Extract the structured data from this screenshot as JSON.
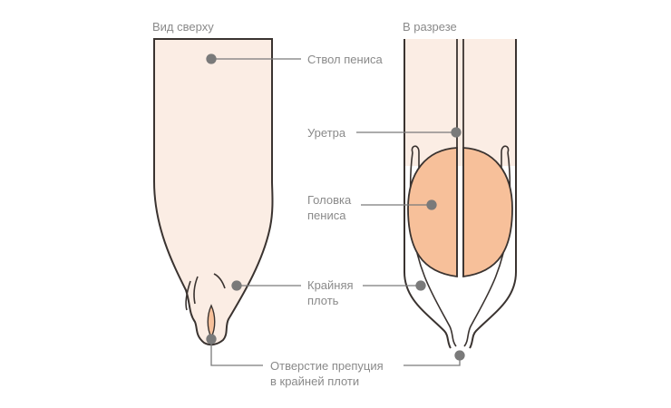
{
  "diagram": {
    "left_view_title": "Вид сверху",
    "right_view_title": "В разрезе",
    "labels": {
      "shaft": "Ствол пениса",
      "urethra": "Уретра",
      "glans_line1": "Головка",
      "glans_line2": "пениса",
      "foreskin_line1": "Крайняя",
      "foreskin_line2": "плоть",
      "opening_line1": "Отверстие препуция",
      "opening_line2": "в крайней плоти"
    },
    "colors": {
      "skin": "#fbede4",
      "glans": "#f7c09a",
      "outline": "#3a3330",
      "pointer": "#7a7a7a",
      "label_text": "#8a8a8a"
    }
  }
}
